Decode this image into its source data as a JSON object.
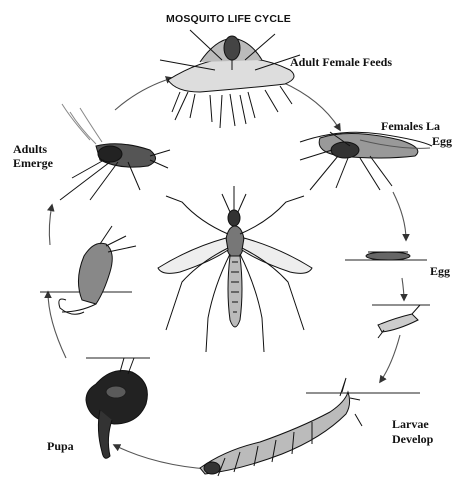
{
  "title": "MOSQUITO LIFE CYCLE",
  "stages": {
    "adult_female_feeds": "Adult Female Feeds",
    "females_lay_eggs_line1": "Females La",
    "females_lay_eggs_line2": "Egg",
    "eggs": "Egg",
    "larvae_line1": "Larvae",
    "larvae_line2": "Develop",
    "pupa": "Pupa",
    "adults_line1": "Adults",
    "adults_line2": "Emerge"
  },
  "colors": {
    "ink": "#111111",
    "paper": "#ffffff",
    "gray": "#777777"
  }
}
